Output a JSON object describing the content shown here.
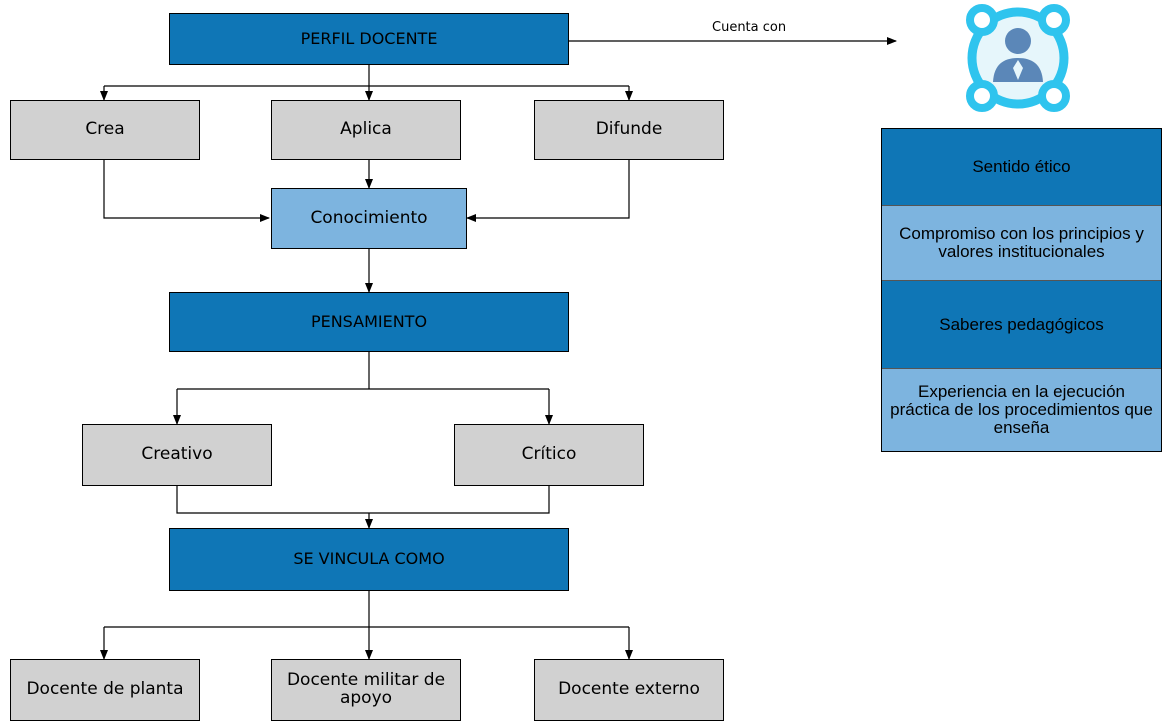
{
  "nodes": {
    "perfil": "PERFIL DOCENTE",
    "crea": "Crea",
    "aplica": "Aplica",
    "difunde": "Difunde",
    "conocimiento": "Conocimiento",
    "pensamiento": "PENSAMIENTO",
    "creativo": "Creativo",
    "critico": "Crítico",
    "vincula": "SE VINCULA COMO",
    "planta": "Docente de planta",
    "militar": "Docente militar de apoyo",
    "externo": "Docente externo"
  },
  "edge_label": "Cuenta con",
  "profile_items": [
    "Sentido ético",
    "Compromiso con los principios y valores institucionales",
    "Saberes pedagógicos",
    "Experiencia en la ejecución práctica de los procedimientos que enseña"
  ],
  "icons": {
    "profile": "user-network-icon"
  },
  "colors": {
    "dark": "#0f76b6",
    "light": "#7db4df",
    "grey": "#d1d1d1",
    "icon": "#2fc4ee",
    "icon_bg": "#e6f6fb",
    "person": "#5b87b8"
  }
}
